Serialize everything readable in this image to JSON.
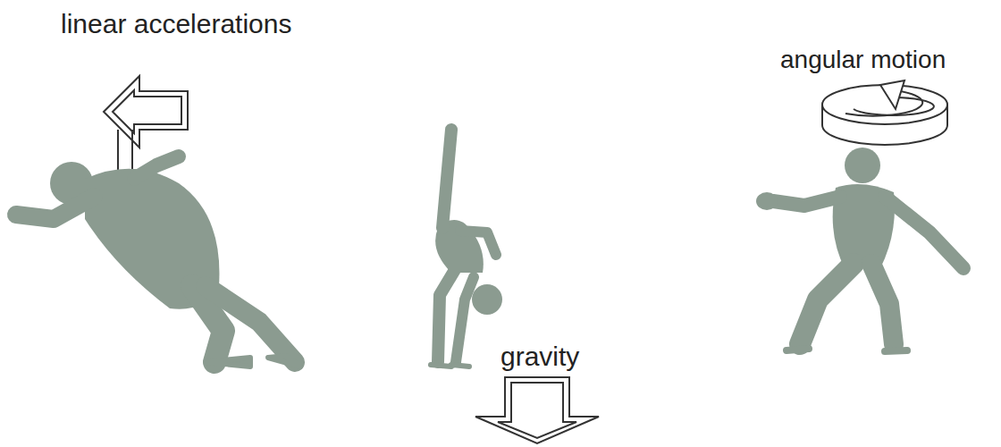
{
  "diagram": {
    "labels": [
      "linear accelerations",
      "gravity",
      "angular motion"
    ]
  }
}
